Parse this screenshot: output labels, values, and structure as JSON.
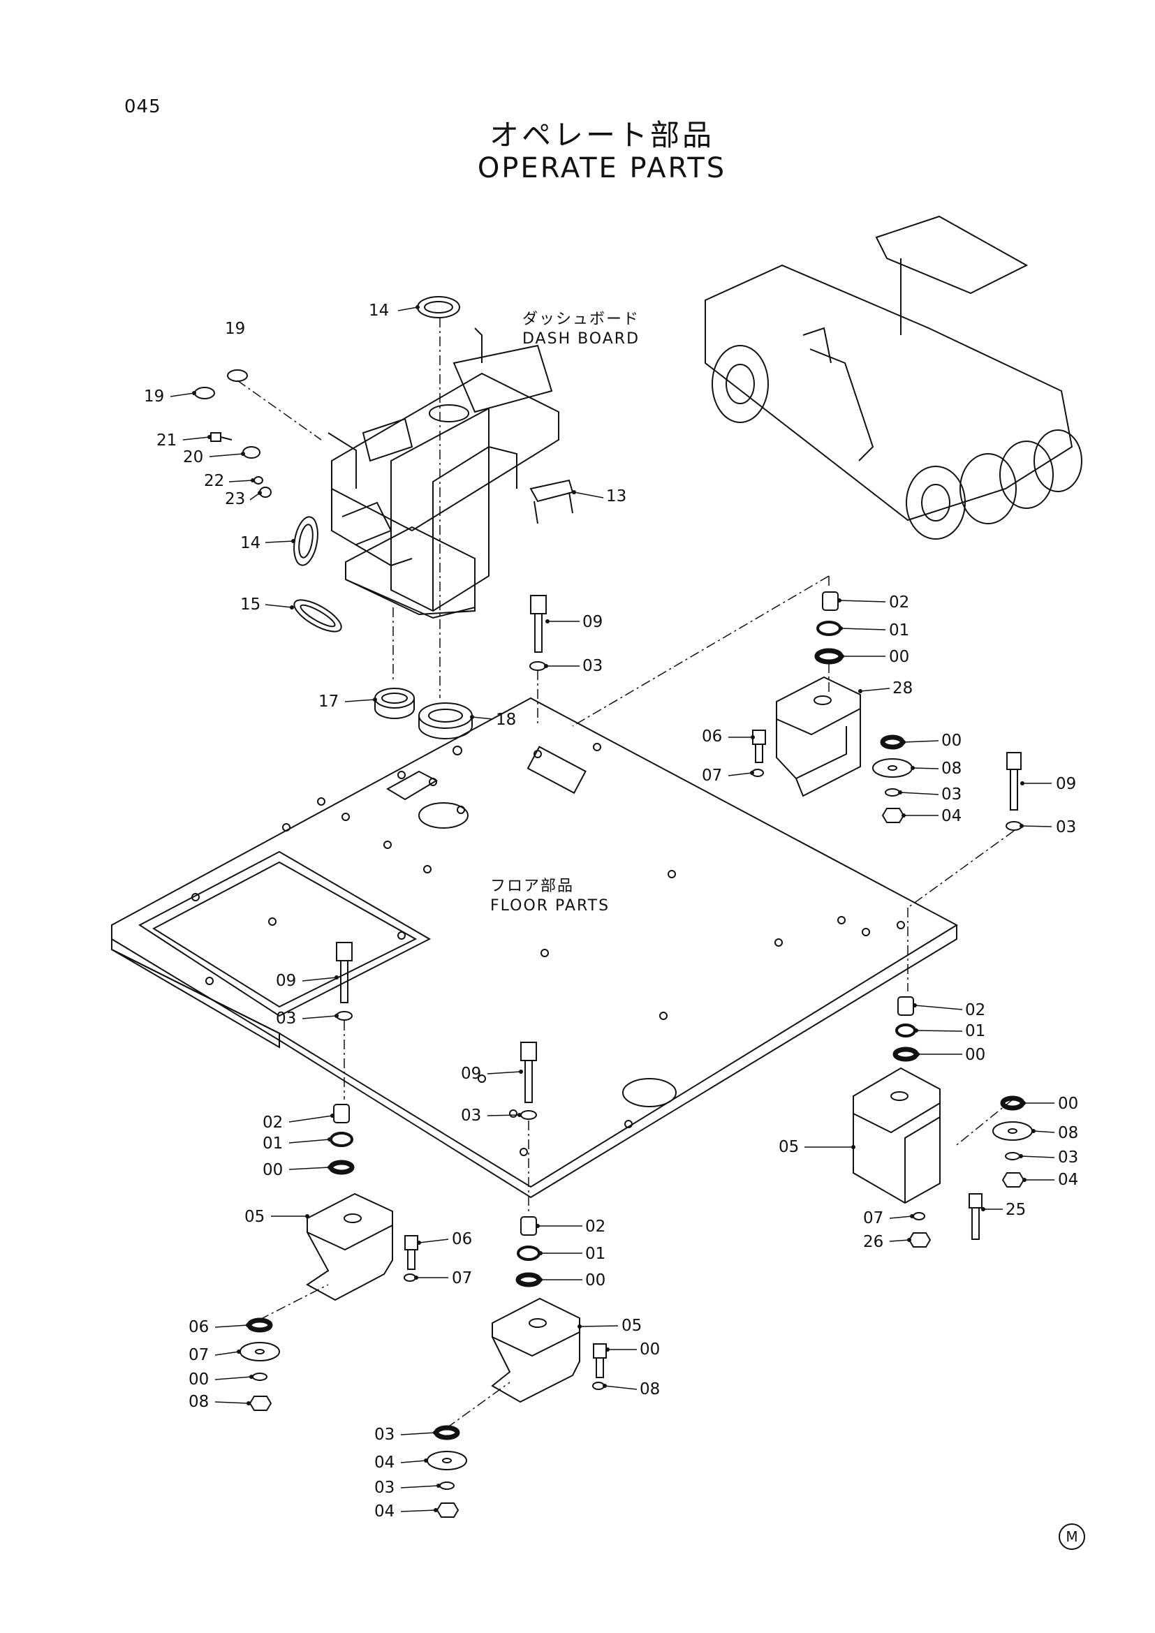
{
  "page_number": "045",
  "title_jp": "オペレート部品",
  "title_en": "OPERATE PARTS",
  "areas": {
    "dash_board": {
      "jp": "ダッシュボード",
      "en": "DASH BOARD"
    },
    "floor_parts": {
      "jp": "フロア部品",
      "en": "FLOOR PARTS"
    }
  },
  "mark": "M",
  "callouts": [
    {
      "id": "c1",
      "label": "14"
    },
    {
      "id": "c2",
      "label": "19"
    },
    {
      "id": "c3",
      "label": "19"
    },
    {
      "id": "c4",
      "label": "21"
    },
    {
      "id": "c5",
      "label": "20"
    },
    {
      "id": "c6",
      "label": "22"
    },
    {
      "id": "c7",
      "label": "23"
    },
    {
      "id": "c8",
      "label": "14"
    },
    {
      "id": "c9",
      "label": "15"
    },
    {
      "id": "c10",
      "label": "13"
    },
    {
      "id": "c11",
      "label": "17"
    },
    {
      "id": "c12",
      "label": "18"
    },
    {
      "id": "c13",
      "label": "09"
    },
    {
      "id": "c14",
      "label": "03"
    },
    {
      "id": "c15",
      "label": "02"
    },
    {
      "id": "c16",
      "label": "01"
    },
    {
      "id": "c17",
      "label": "00"
    },
    {
      "id": "c18",
      "label": "28"
    },
    {
      "id": "c19",
      "label": "06"
    },
    {
      "id": "c20",
      "label": "07"
    },
    {
      "id": "c21",
      "label": "00"
    },
    {
      "id": "c22",
      "label": "08"
    },
    {
      "id": "c23",
      "label": "03"
    },
    {
      "id": "c24",
      "label": "04"
    },
    {
      "id": "c25",
      "label": "09"
    },
    {
      "id": "c26",
      "label": "03"
    },
    {
      "id": "c27",
      "label": "09"
    },
    {
      "id": "c28",
      "label": "03"
    },
    {
      "id": "c29",
      "label": "02"
    },
    {
      "id": "c30",
      "label": "01"
    },
    {
      "id": "c31",
      "label": "00"
    },
    {
      "id": "c32",
      "label": "05"
    },
    {
      "id": "c33",
      "label": "06"
    },
    {
      "id": "c34",
      "label": "07"
    },
    {
      "id": "c35",
      "label": "00"
    },
    {
      "id": "c36",
      "label": "08"
    },
    {
      "id": "c37",
      "label": "03"
    },
    {
      "id": "c38",
      "label": "04"
    },
    {
      "id": "c39",
      "label": "09"
    },
    {
      "id": "c40",
      "label": "03"
    },
    {
      "id": "c41",
      "label": "02"
    },
    {
      "id": "c42",
      "label": "01"
    },
    {
      "id": "c43",
      "label": "00"
    },
    {
      "id": "c44",
      "label": "05"
    },
    {
      "id": "c45",
      "label": "06"
    },
    {
      "id": "c46",
      "label": "07"
    },
    {
      "id": "c47",
      "label": "00"
    },
    {
      "id": "c48",
      "label": "08"
    },
    {
      "id": "c49",
      "label": "03"
    },
    {
      "id": "c50",
      "label": "04"
    },
    {
      "id": "c51",
      "label": "02"
    },
    {
      "id": "c52",
      "label": "01"
    },
    {
      "id": "c53",
      "label": "00"
    },
    {
      "id": "c54",
      "label": "05"
    },
    {
      "id": "c55",
      "label": "00"
    },
    {
      "id": "c56",
      "label": "08"
    },
    {
      "id": "c57",
      "label": "03"
    },
    {
      "id": "c58",
      "label": "04"
    },
    {
      "id": "c59",
      "label": "25"
    },
    {
      "id": "c60",
      "label": "07"
    },
    {
      "id": "c61",
      "label": "26"
    }
  ]
}
